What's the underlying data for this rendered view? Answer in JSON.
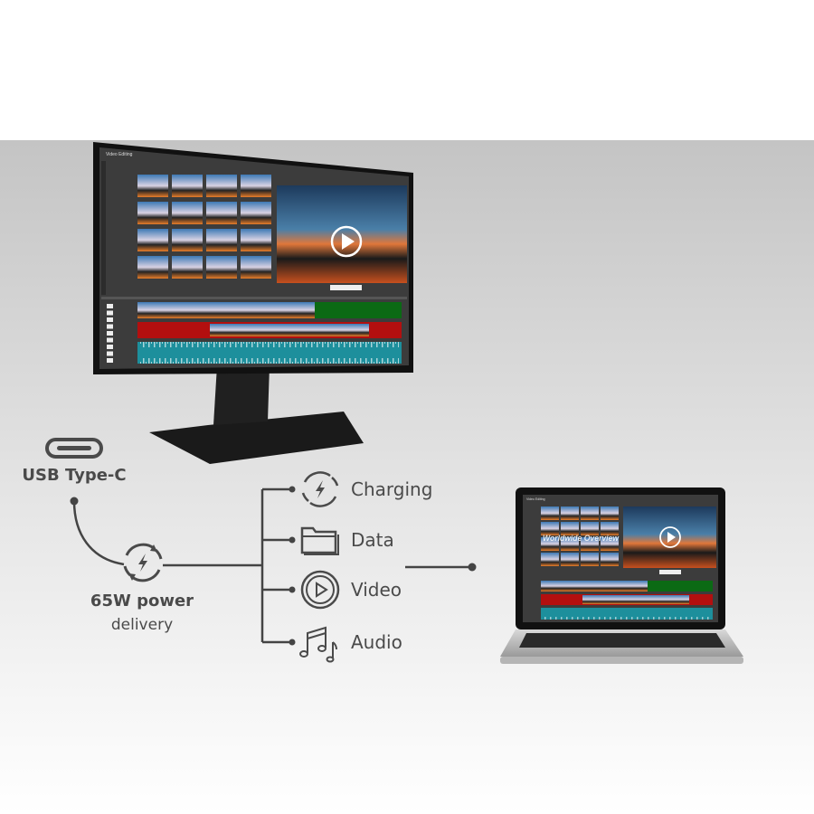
{
  "colors": {
    "line": "#444444",
    "bg_gray": "#c6c6c6",
    "track_green": "#0b6a14",
    "track_red": "#b30f0f",
    "track_teal": "#1d8f9c",
    "app_bg": "#3c3c3c"
  },
  "source": {
    "label": "USB Type-C",
    "icon": "usb-c-port-icon"
  },
  "power": {
    "line1": "65W power",
    "line2": "delivery",
    "icon": "charging-cycle-icon"
  },
  "features": [
    {
      "label": "Charging",
      "icon": "charging-cycle-icon"
    },
    {
      "label": "Data",
      "icon": "folder-icon"
    },
    {
      "label": "Video",
      "icon": "play-circle-icon"
    },
    {
      "label": "Audio",
      "icon": "music-notes-icon"
    }
  ],
  "monitor": {
    "app_title": "Video Editing"
  },
  "laptop": {
    "app_title": "Video Editing",
    "overlay_text": "Worldwide Overview"
  }
}
